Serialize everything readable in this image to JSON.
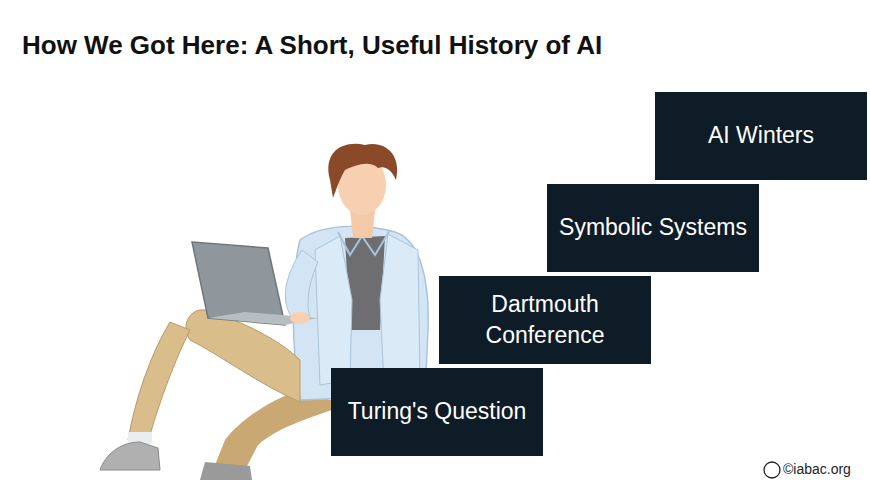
{
  "diagram": {
    "title": "How We Got Here: A Short, Useful History of AI",
    "nodes": [
      {
        "text": [
          "Turing's Question"
        ]
      },
      {
        "text": [
          "Dartmouth Conference"
        ]
      },
      {
        "text": [
          "Symbolic Systems"
        ]
      },
      {
        "text": [
          "AI Winters"
        ]
      }
    ],
    "labels": [
      "©iabac.org"
    ]
  }
}
